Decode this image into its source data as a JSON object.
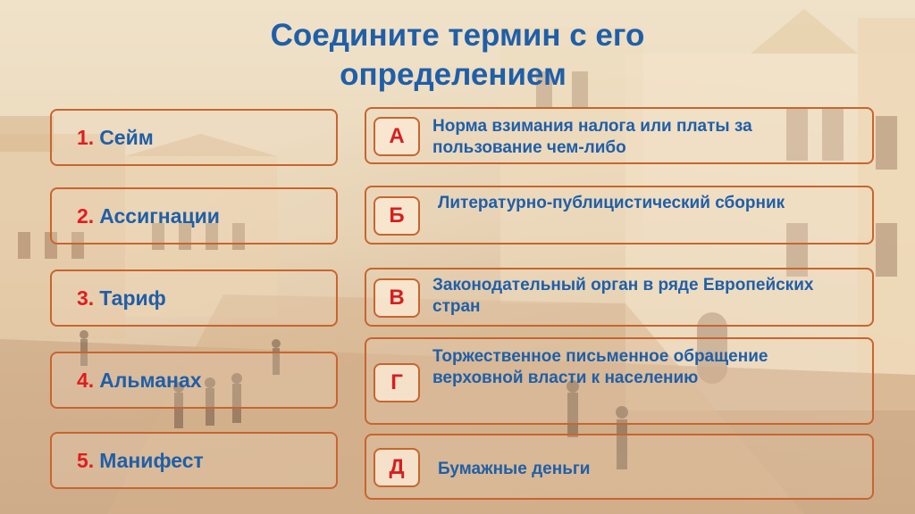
{
  "title": {
    "line1": "Соедините термин с его",
    "line2": "определением"
  },
  "terms": [
    {
      "num": "1.",
      "label": "Сейм"
    },
    {
      "num": "2.",
      "label": "Ассигнации"
    },
    {
      "num": "3.",
      "label": "Тариф"
    },
    {
      "num": "4.",
      "label": "Альманах"
    },
    {
      "num": "5.",
      "label": "Манифест"
    }
  ],
  "definitions": [
    {
      "letter": "А",
      "text": "Норма взимания налога или     платы за пользование чем-либо"
    },
    {
      "letter": "Б",
      "text": "Литературно-публицистический сборник"
    },
    {
      "letter": "В",
      "text": "Законодательный орган в ряде Европейских стран"
    },
    {
      "letter": "Г",
      "text": "Торжественное письменное обращение верховной власти к населению"
    },
    {
      "letter": "Д",
      "text": "Бумажные деньги"
    }
  ],
  "colors": {
    "title": "#1f5fa8",
    "number": "#e01d1d",
    "border": "#c8652e",
    "letter": "#d61f1f"
  }
}
